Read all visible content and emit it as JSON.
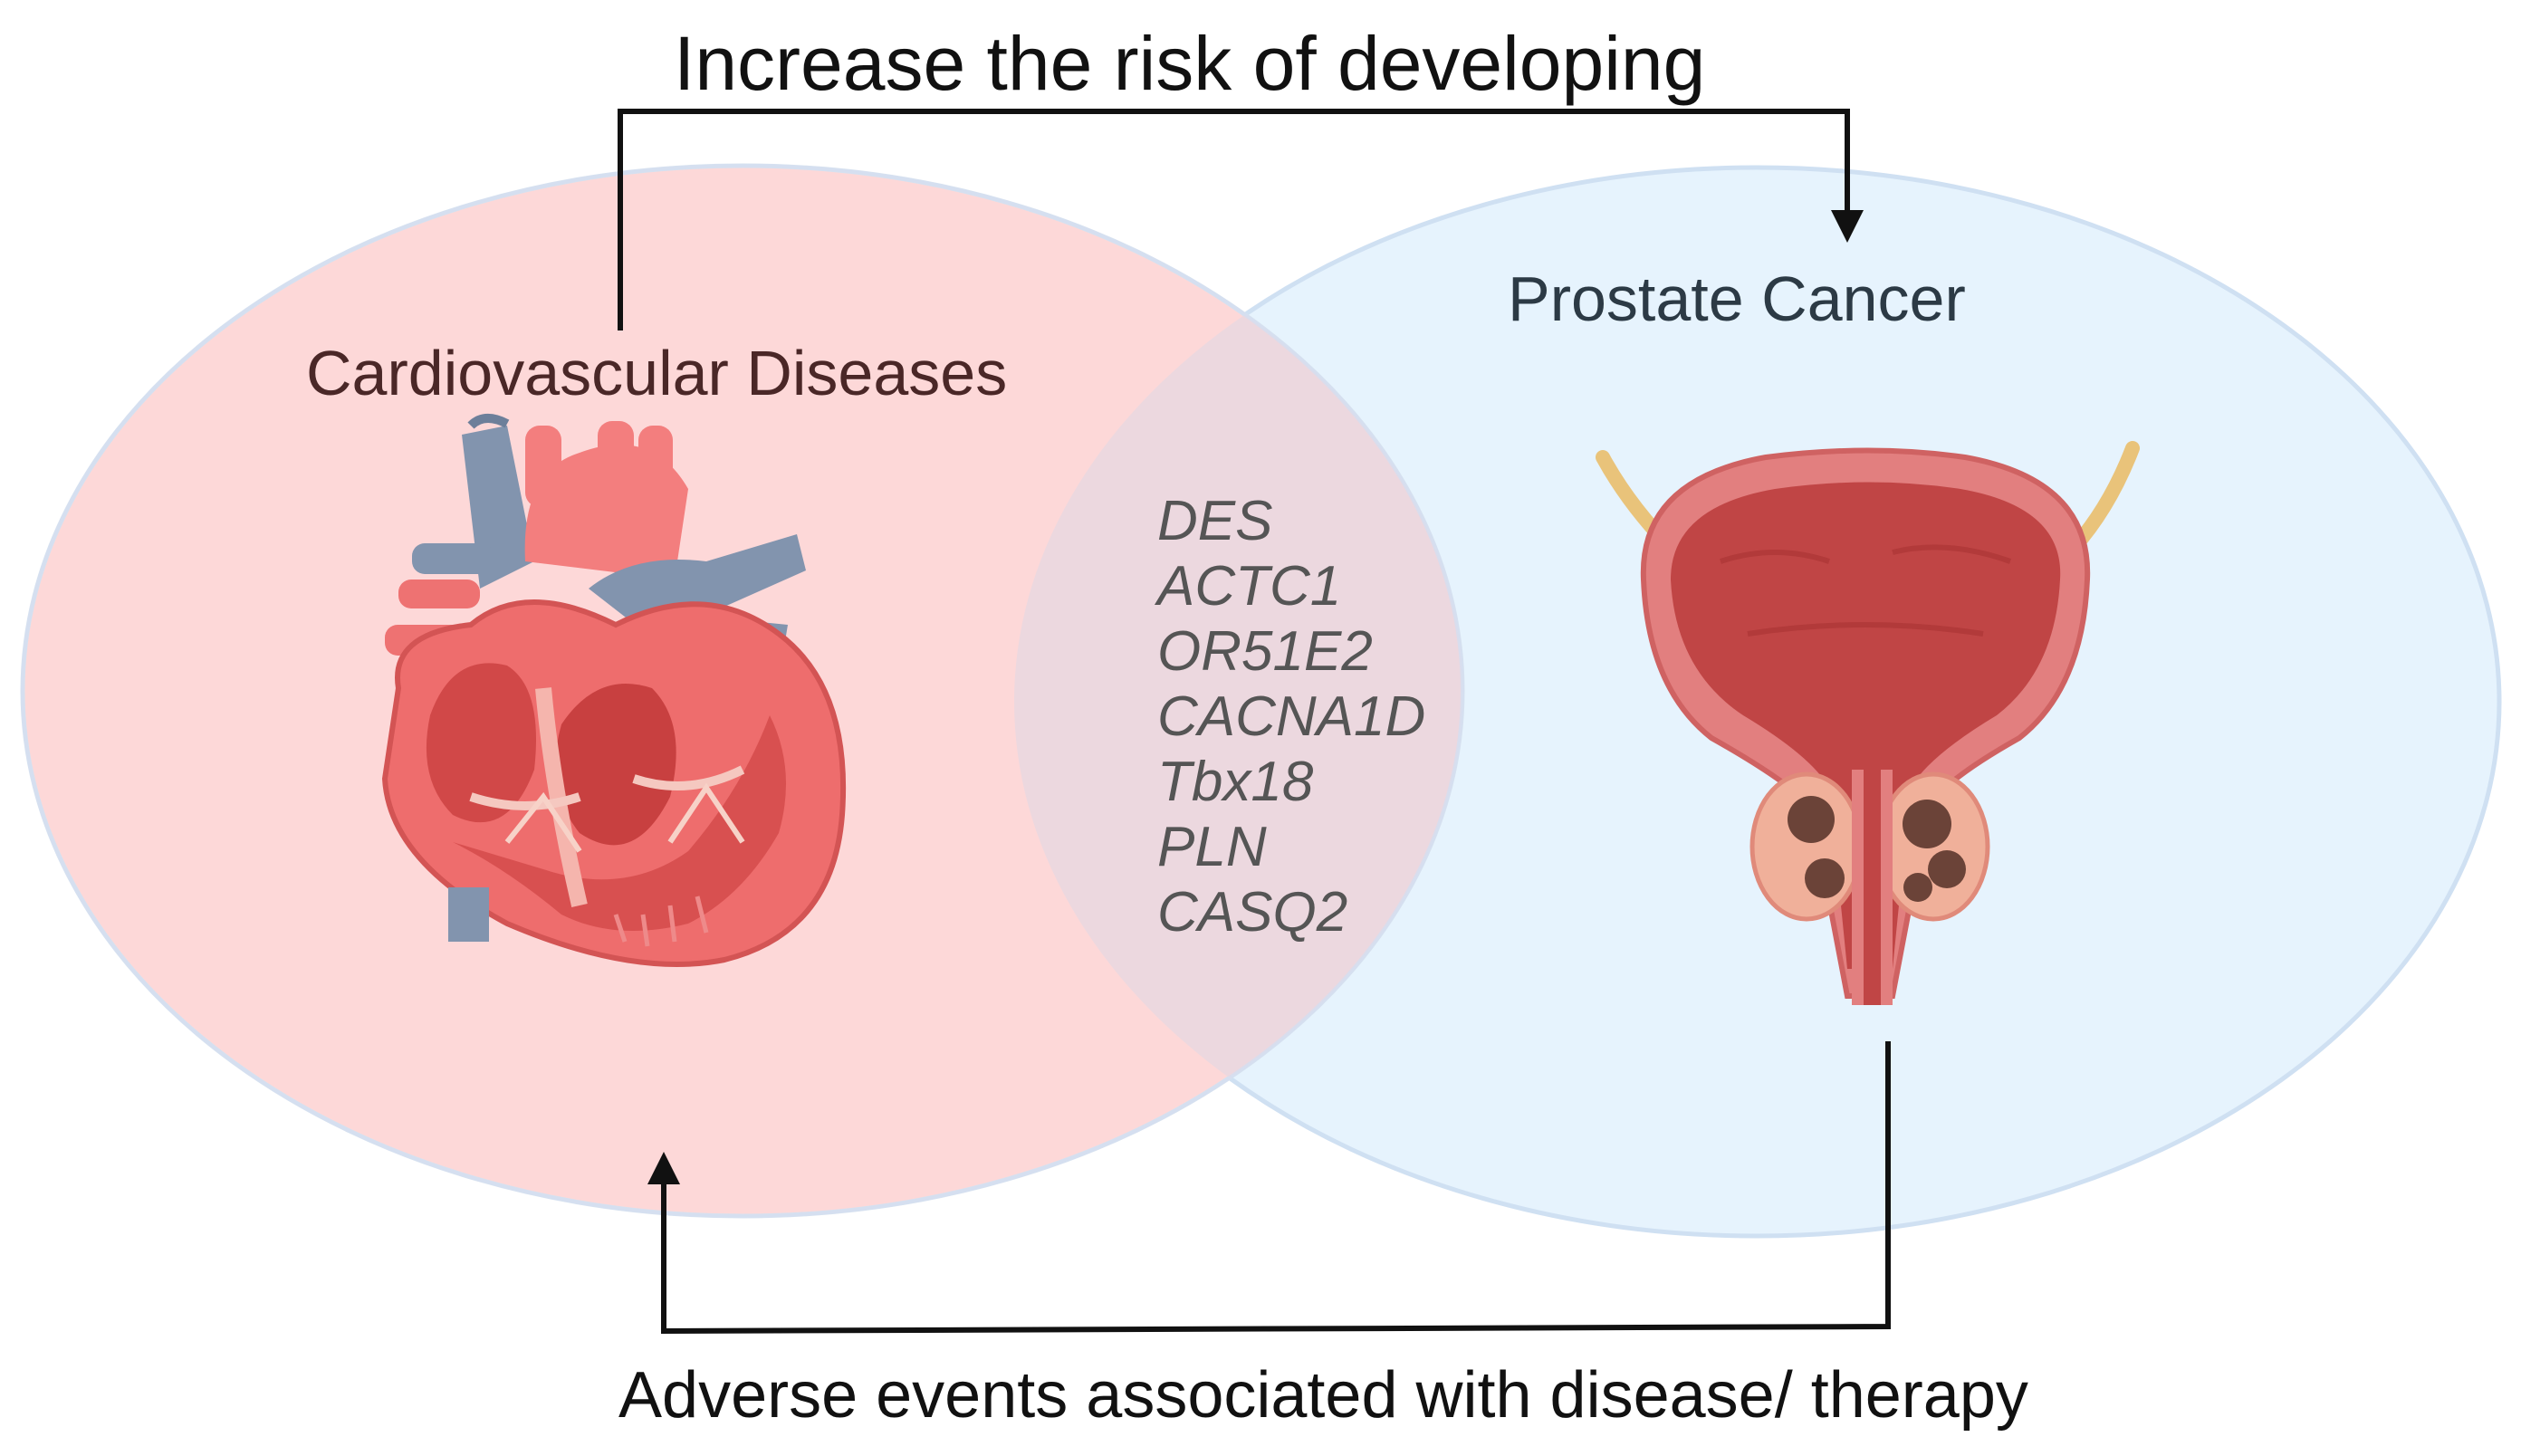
{
  "labels": {
    "top_arrow": "Increase the risk of developing",
    "bottom_arrow": "Adverse events associated with disease/ therapy",
    "left_set": "Cardiovascular Diseases",
    "right_set": "Prostate Cancer"
  },
  "shared_genes": [
    "DES",
    "ACTC1",
    "OR51E2",
    "CACNA1D",
    "Tbx18",
    "PLN",
    "CASQ2"
  ],
  "colors": {
    "left_circle": "#fdd8d8",
    "right_circle": "#e6f3fd",
    "overlap": "#ecd8df",
    "circle_border": "#cfe0f2",
    "arrow": "#111111",
    "heart_main": "#ee6d6d",
    "heart_dark": "#d14848",
    "vessel_blue": "#8294ae",
    "bladder_wall": "#e27f7f",
    "bladder_inner": "#c04545",
    "tumor": "#6b4338"
  },
  "icons": {
    "heart": "heart-anatomy-icon",
    "prostate": "bladder-prostate-icon"
  }
}
